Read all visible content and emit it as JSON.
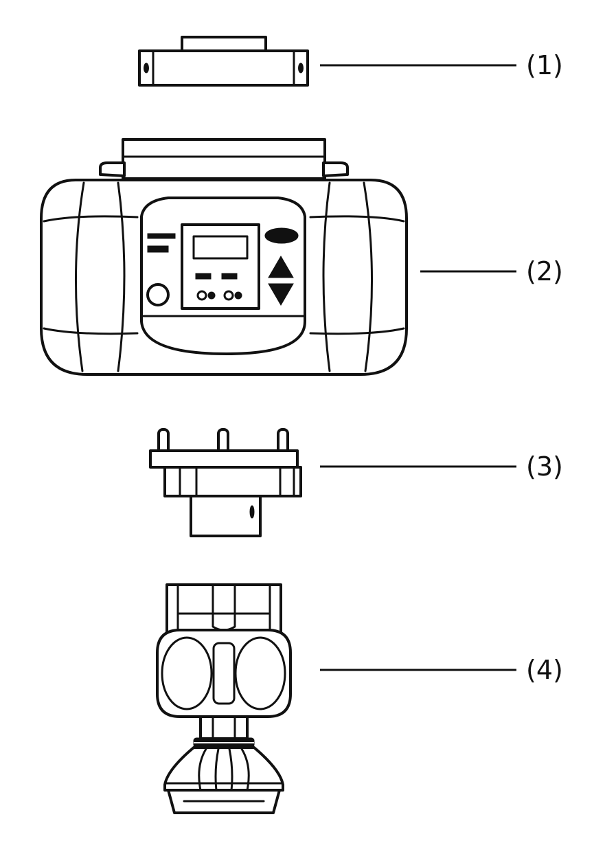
{
  "colors": {
    "line": "#111111",
    "background": "#ffffff"
  },
  "parts": [
    {
      "id": "part-1",
      "callout": "(1)",
      "icon": "cover-cap-icon"
    },
    {
      "id": "part-2",
      "callout": "(2)",
      "icon": "electronics-housing-icon"
    },
    {
      "id": "part-3",
      "callout": "(3)",
      "icon": "process-adapter-icon"
    },
    {
      "id": "part-4",
      "callout": "(4)",
      "icon": "sensor-antenna-icon"
    }
  ]
}
